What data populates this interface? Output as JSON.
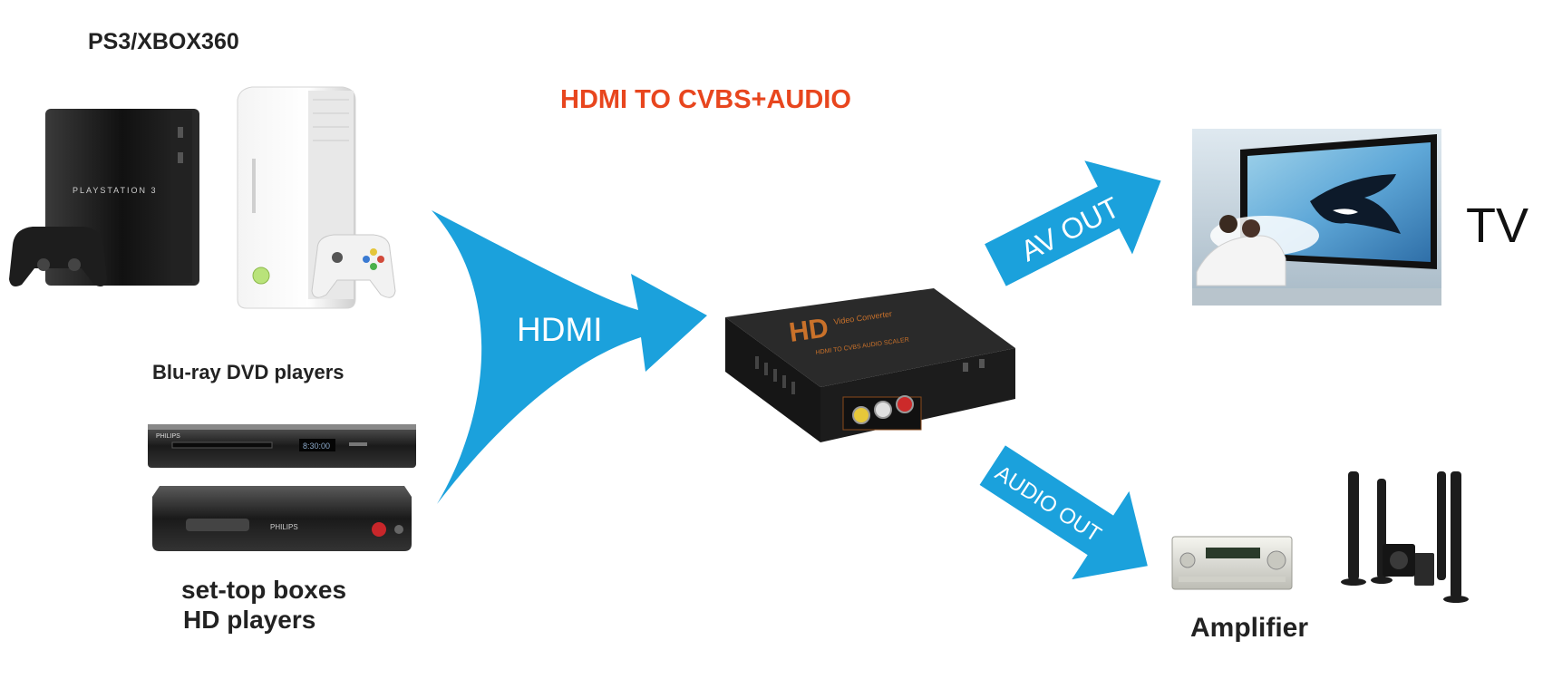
{
  "title": "HDMI TO CVBS+AUDIO",
  "sources": {
    "consoles_label": "PS3/XBOX360",
    "ps3_logo": "PLAYSTATION 3",
    "bluray_label": "Blu-ray DVD players",
    "bluray_brand": "PHILIPS",
    "bluray_display": "8:30:00",
    "settop_brand": "PHILIPS",
    "settop_label_line1": "set-top boxes",
    "settop_label_line2": "HD players"
  },
  "arrows": {
    "hdmi": "HDMI",
    "av_out": "AV OUT",
    "audio_out": "AUDIO OUT"
  },
  "device": {
    "logo": "HD",
    "subtitle": "Video Converter",
    "model_text": "HDMI TO CVBS AUDIO SCALER"
  },
  "outputs": {
    "tv_label": "TV",
    "amplifier_label": "Amplifier"
  },
  "colors": {
    "title": "#e8461e",
    "arrow": "#1ba1dc",
    "device_body": "#1c1c1c",
    "device_logo": "#c9712a"
  }
}
